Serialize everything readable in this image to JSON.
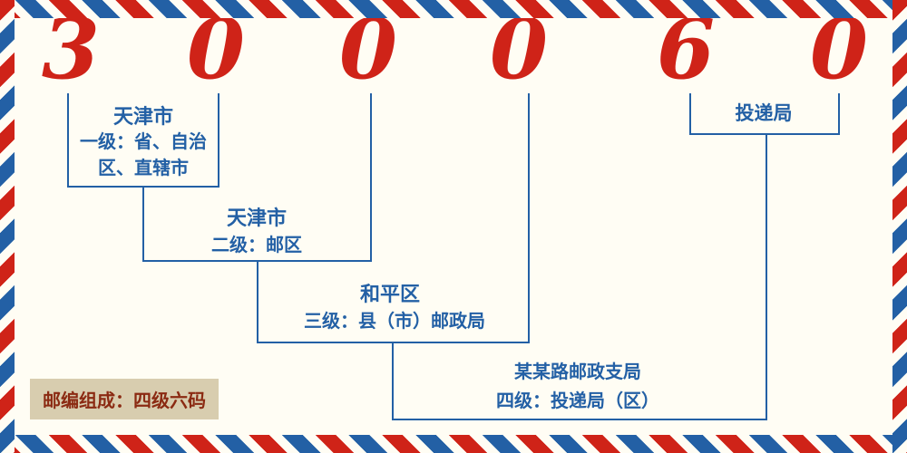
{
  "postcode": {
    "digits": [
      "3",
      "0",
      "0",
      "0",
      "6",
      "0"
    ]
  },
  "levels": [
    {
      "name": "天津市",
      "desc": "一级：省、自治区、直辖市"
    },
    {
      "name": "天津市",
      "desc": "二级：邮区"
    },
    {
      "name": "和平区",
      "desc": "三级：县（市）邮政局"
    },
    {
      "name": "某某路邮政支局",
      "desc": "四级：投递局（区）"
    },
    {
      "name": "投递局"
    }
  ],
  "badge": {
    "text": "邮编组成：四级六码"
  },
  "colors": {
    "digit_red": "#cf2318",
    "line_blue": "#2360a5",
    "badge_bg": "#d8cdaf",
    "badge_text": "#8b2a12"
  }
}
